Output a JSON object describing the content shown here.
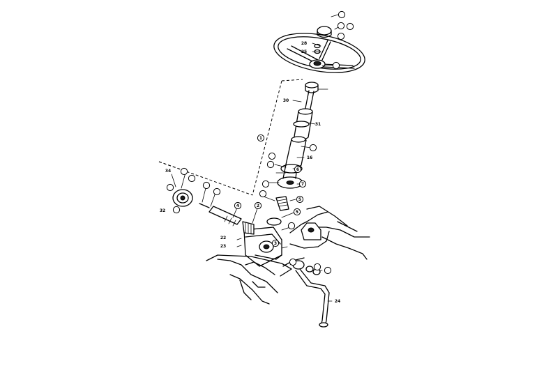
{
  "callouts": [
    {
      "id": "c-top1",
      "label": "",
      "circled": true
    },
    {
      "id": "c-top2",
      "label": "",
      "circled": true
    },
    {
      "id": "c-top3",
      "label": "",
      "circled": true
    },
    {
      "id": "c-top4",
      "label": "",
      "circled": true
    },
    {
      "id": "c-28",
      "label": "28",
      "circled": false
    },
    {
      "id": "c-25",
      "label": "25",
      "circled": false
    },
    {
      "id": "c-27",
      "label": "",
      "circled": true
    },
    {
      "id": "c-30",
      "label": "30",
      "circled": false
    },
    {
      "id": "c-31",
      "label": "31",
      "circled": false
    },
    {
      "id": "c-1",
      "label": "1",
      "circled": true
    },
    {
      "id": "c-tube",
      "label": "",
      "circled": true
    },
    {
      "id": "c-16",
      "label": "16",
      "circled": false
    },
    {
      "id": "c-15a",
      "label": "",
      "circled": true
    },
    {
      "id": "c-15b",
      "label": "",
      "circled": true
    },
    {
      "id": "c-6",
      "label": "6",
      "circled": true
    },
    {
      "id": "c-18",
      "label": "",
      "circled": true
    },
    {
      "id": "c-7",
      "label": "7",
      "circled": true
    },
    {
      "id": "c-5a",
      "label": "5",
      "circled": true
    },
    {
      "id": "c-8",
      "label": "",
      "circled": true
    },
    {
      "id": "c-5b",
      "label": "5",
      "circled": true
    },
    {
      "id": "c-34",
      "label": "34",
      "circled": false
    },
    {
      "id": "c-l1",
      "label": "",
      "circled": true
    },
    {
      "id": "c-l2",
      "label": "",
      "circled": true
    },
    {
      "id": "c-l3",
      "label": "",
      "circled": true
    },
    {
      "id": "c-32",
      "label": "32",
      "circled": false
    },
    {
      "id": "c-9",
      "label": "",
      "circled": true
    },
    {
      "id": "c-12",
      "label": "",
      "circled": true
    },
    {
      "id": "c-13",
      "label": "",
      "circled": true
    },
    {
      "id": "c-4",
      "label": "4",
      "circled": true
    },
    {
      "id": "c-2",
      "label": "2",
      "circled": true
    },
    {
      "id": "c-3",
      "label": "3",
      "circled": true
    },
    {
      "id": "c-19",
      "label": "",
      "circled": true
    },
    {
      "id": "c-22",
      "label": "22",
      "circled": false
    },
    {
      "id": "c-23",
      "label": "23",
      "circled": false
    },
    {
      "id": "c-20",
      "label": "",
      "circled": true
    },
    {
      "id": "c-21",
      "label": "",
      "circled": true
    },
    {
      "id": "c-17",
      "label": "",
      "circled": true
    },
    {
      "id": "c-24",
      "label": "24",
      "circled": false
    }
  ]
}
